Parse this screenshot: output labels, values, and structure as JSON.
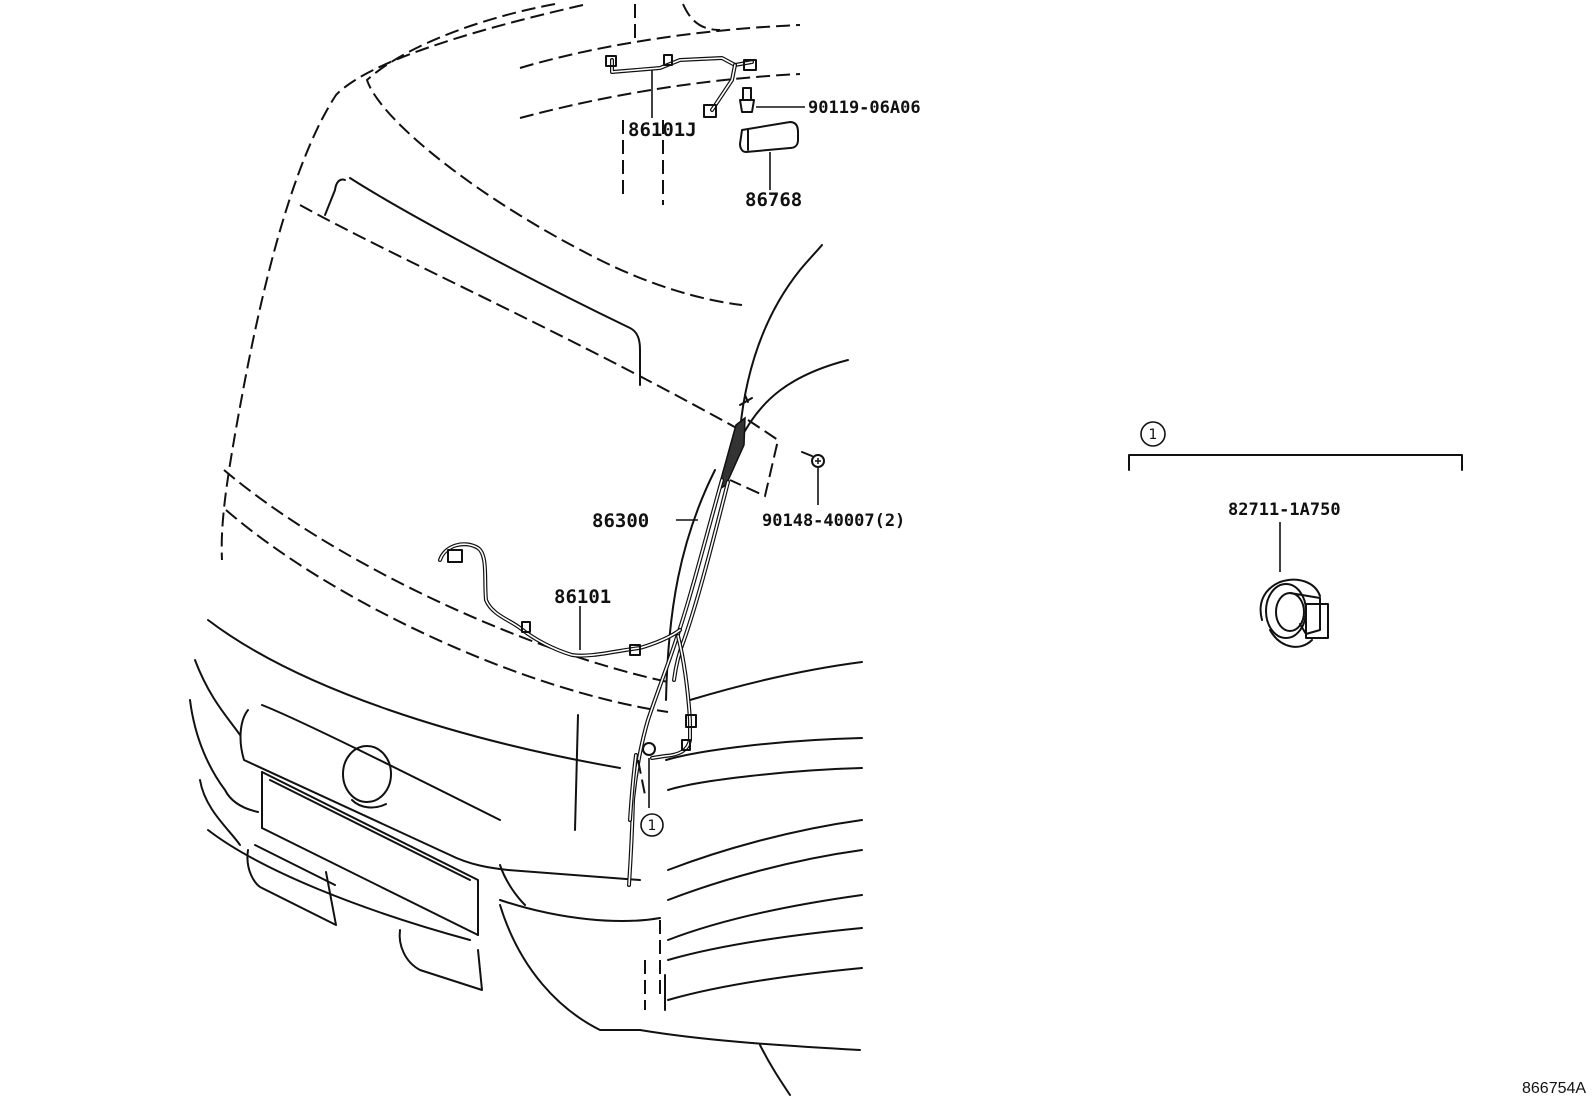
{
  "callouts": {
    "harness_roof": "86101J",
    "bolt_top": "90119-06A06",
    "cover": "86768",
    "antenna": "86300",
    "screw": "90148-40007(2)",
    "harness_front": "86101",
    "clamp": "82711-1A750",
    "ref_marker": "1",
    "group_marker": "1"
  },
  "drawing_number": "866754A"
}
